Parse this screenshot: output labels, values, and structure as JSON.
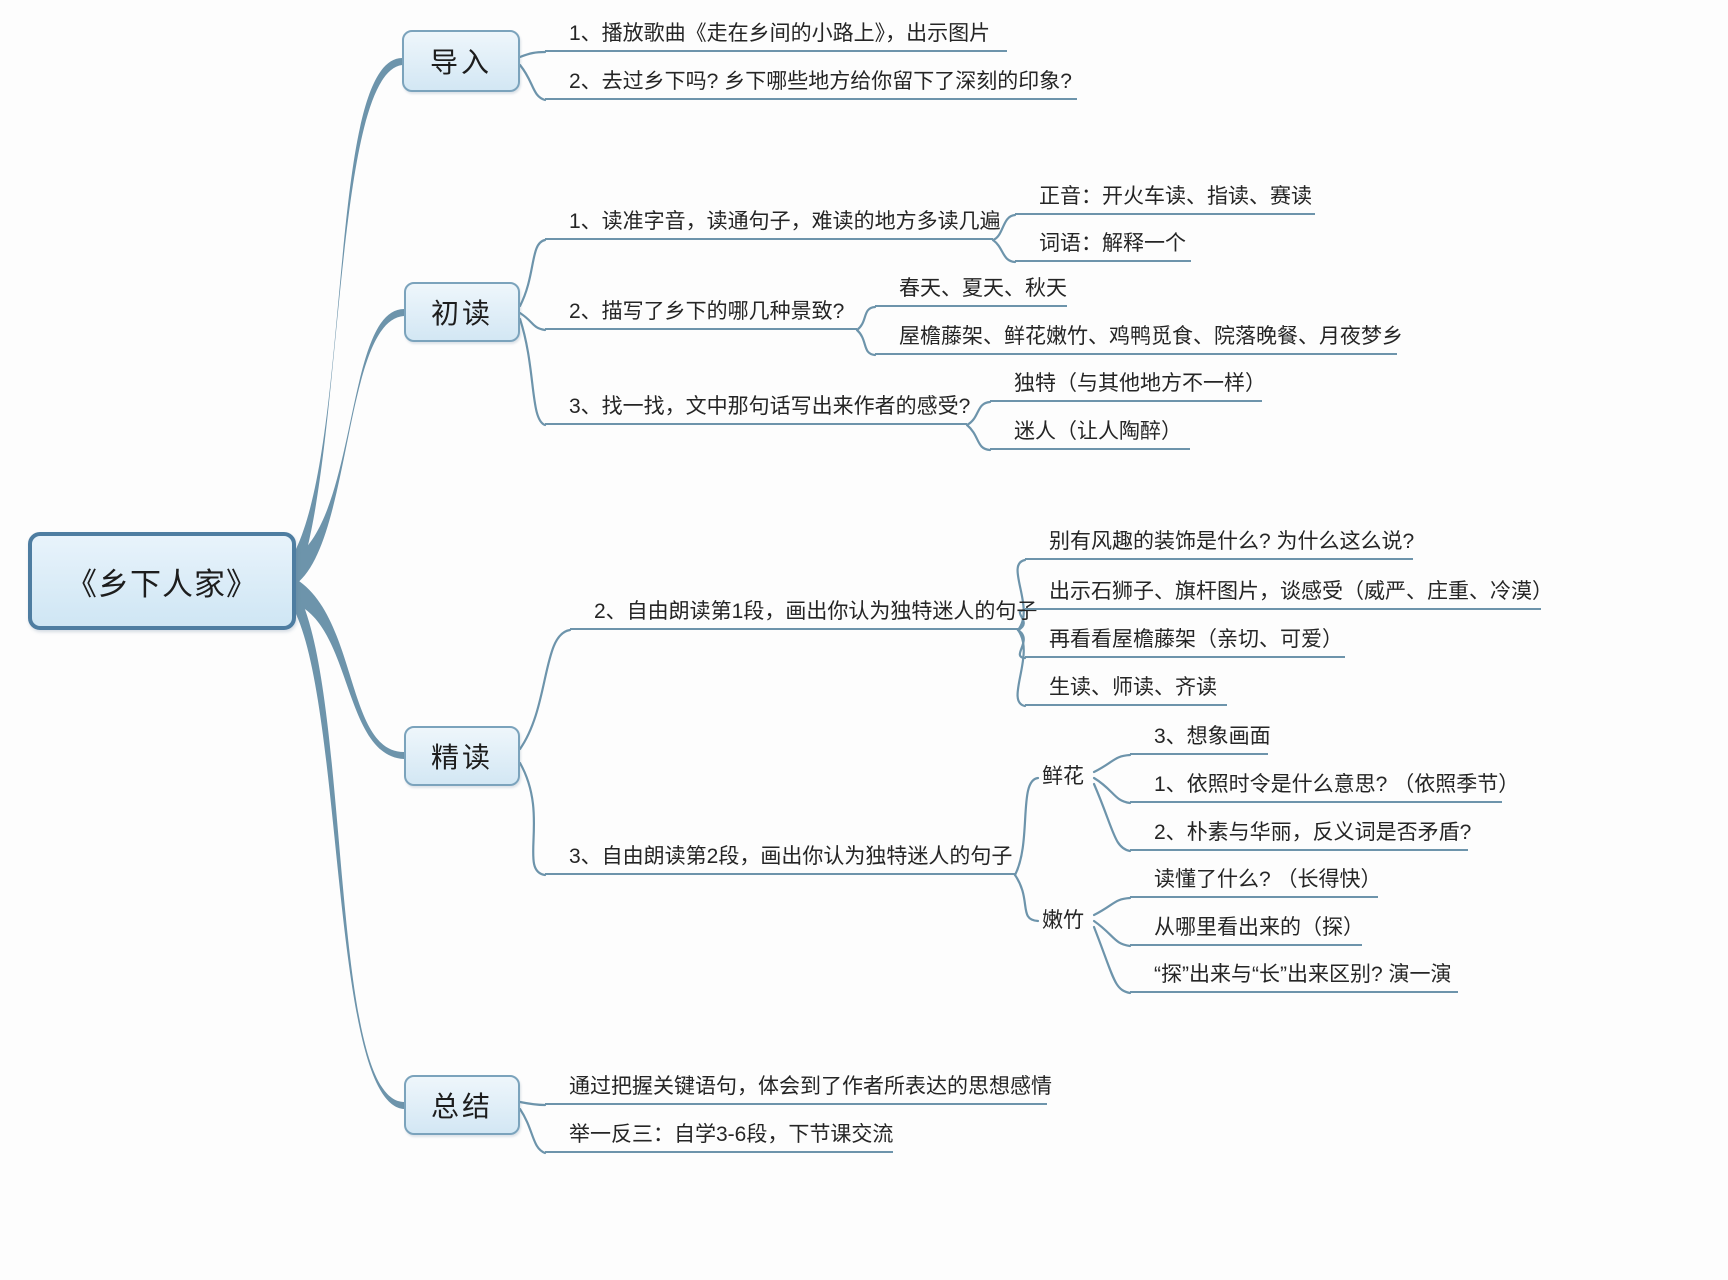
{
  "title": "《乡下人家》教学思维导图",
  "root": {
    "label": "《乡下人家》"
  },
  "colors": {
    "line": "#6d94ab",
    "node_fill": "#d3e7f4",
    "node_border": "#7ba3bc",
    "root_border": "#4e7da1",
    "text": "#252525"
  },
  "branches": [
    {
      "label": "导入",
      "items": [
        {
          "label": "1、播放歌曲《走在乡间的小路上》，出示图片"
        },
        {
          "label": "2、去过乡下吗? 乡下哪些地方给你留下了深刻的印象?"
        }
      ]
    },
    {
      "label": "初读",
      "items": [
        {
          "label": "1、读准字音，读通句子，难读的地方多读几遍",
          "children": [
            {
              "label": "正音：开火车读、指读、赛读"
            },
            {
              "label": "词语：解释一个"
            }
          ]
        },
        {
          "label": "2、描写了乡下的哪几种景致?",
          "children": [
            {
              "label": "春天、夏天、秋天"
            },
            {
              "label": "屋檐藤架、鲜花嫩竹、鸡鸭觅食、院落晚餐、月夜梦乡"
            }
          ]
        },
        {
          "label": "3、找一找，文中那句话写出来作者的感受?",
          "children": [
            {
              "label": "独特（与其他地方不一样）"
            },
            {
              "label": "迷人（让人陶醉）"
            }
          ]
        }
      ]
    },
    {
      "label": "精读",
      "items": [
        {
          "label": "2、自由朗读第1段，画出你认为独特迷人的句子",
          "children": [
            {
              "label": "别有风趣的装饰是什么? 为什么这么说?"
            },
            {
              "label": "出示石狮子、旗杆图片，谈感受（威严、庄重、冷漠）"
            },
            {
              "label": "再看看屋檐藤架（亲切、可爱）"
            },
            {
              "label": "生读、师读、齐读"
            }
          ]
        },
        {
          "label": "3、自由朗读第2段，画出你认为独特迷人的句子",
          "children": [
            {
              "label": "鲜花",
              "children": [
                {
                  "label": "3、想象画面"
                },
                {
                  "label": "1、依照时令是什么意思? （依照季节）"
                },
                {
                  "label": "2、朴素与华丽，反义词是否矛盾?"
                }
              ]
            },
            {
              "label": "嫩竹",
              "children": [
                {
                  "label": "读懂了什么? （长得快）"
                },
                {
                  "label": "从哪里看出来的（探）"
                },
                {
                  "label": "“探”出来与“长”出来区别? 演一演"
                }
              ]
            }
          ]
        }
      ]
    },
    {
      "label": "总结",
      "items": [
        {
          "label": "通过把握关键语句，体会到了作者所表达的思想感情"
        },
        {
          "label": "举一反三：自学3-6段，下节课交流"
        }
      ]
    }
  ]
}
